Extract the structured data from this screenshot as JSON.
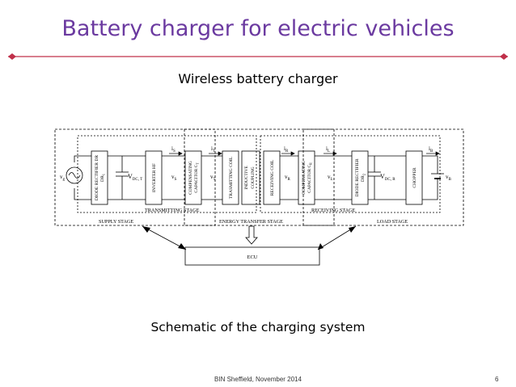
{
  "title": "Battery charger for electric vehicles",
  "subtitle": "Wireless battery charger",
  "caption": "Schematic of the charging system",
  "footer": "BIN Sheffield, November 2014",
  "page_number": "6",
  "colors": {
    "title": "#6b3aa0",
    "rule": "#c0304a"
  },
  "diagram": {
    "stages": {
      "supply": "SUPPLY STAGE",
      "energy": "ENERGY TRANSFER STAGE",
      "load": "LOAD STAGE",
      "transmitting": "TRANSMITTING STAGE",
      "receiving": "RECEIVING STAGE"
    },
    "ecu": "ECU",
    "blocks": {
      "diode_rectifier_1": "DIODE RECTIFIER DR",
      "diode_rectifier_1_sub": "1",
      "inverter": "INVERTER HF",
      "comp_cap_t": "COMPENSATING CAPACITOR C",
      "comp_cap_t_sub": "T",
      "transmitting_coil": "TRASMITTING COIL",
      "inductive_coupling": "INDUCTIVE COUPLING",
      "receiving_coil": "RECEIVING COIL",
      "comp_cap_r": "COMPENSATING CAPACITOR C",
      "comp_cap_r_sub": "R",
      "diode_rectifier_2": "DIODE RECTIFIER DR",
      "diode_rectifier_2_sub": "2",
      "chopper": "CHOPPER"
    },
    "signals": {
      "vg": "v",
      "vg_sub": "g",
      "vdct": "V",
      "vdct_sub": "DC, T",
      "vs": "v",
      "vs_sub": "S",
      "vt": "v",
      "vt_sub": "T",
      "vr": "v",
      "vr_sub": "R",
      "vl": "v",
      "vl_sub": "L",
      "vdcr": "V",
      "vdcr_sub": "DC, R",
      "vb": "v",
      "vb_sub": "B",
      "is": "i",
      "is_sub": "S",
      "it": "i",
      "it_sub": "T",
      "ir": "i",
      "ir_sub": "R",
      "il": "i",
      "il_sub": "L",
      "ib": "i",
      "ib_sub": "B"
    }
  }
}
